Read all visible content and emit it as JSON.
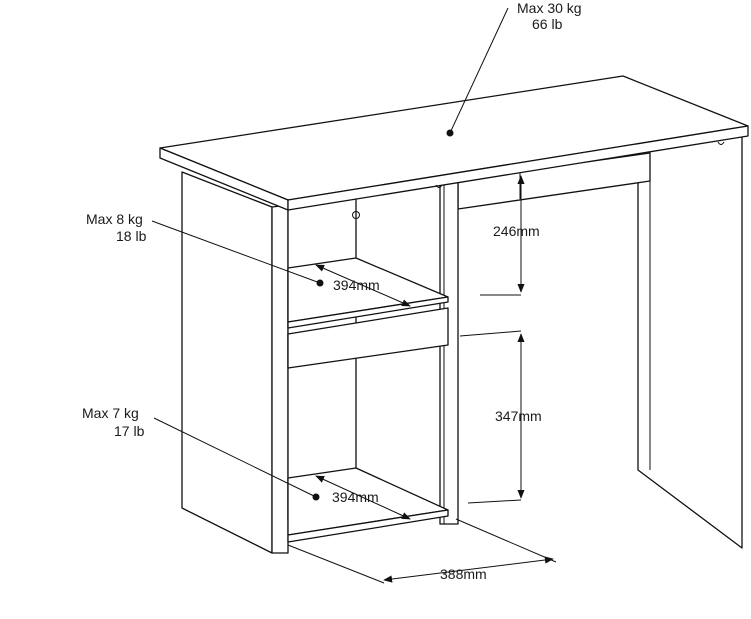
{
  "labels": {
    "top_load": [
      "Max 30 kg",
      "66 lb"
    ],
    "upper_shelf_load": [
      "Max 8 kg",
      "18 lb"
    ],
    "lower_shelf_load": [
      "Max 7 kg",
      "17 lb"
    ],
    "upper_shelf_depth": "394mm",
    "lower_shelf_depth": "394mm",
    "upper_clearance": "246mm",
    "lower_clearance": "347mm",
    "cabinet_width": "388mm"
  }
}
